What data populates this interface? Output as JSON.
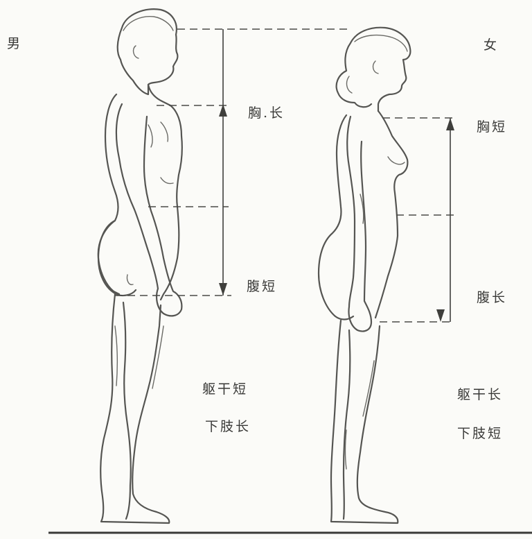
{
  "figure": {
    "male": {
      "sex_label": "男",
      "chest_label": "胸.长",
      "abdomen_label": "腹短",
      "trunk_label": "躯干短",
      "limb_label": "下肢长"
    },
    "female": {
      "sex_label": "女",
      "chest_label": "胸短",
      "abdomen_label": "腹长",
      "trunk_label": "躯干长",
      "limb_label": "下肢短"
    }
  },
  "colors": {
    "line": "#555552",
    "text": "#3a3a38",
    "paper": "#fbfbf8"
  }
}
